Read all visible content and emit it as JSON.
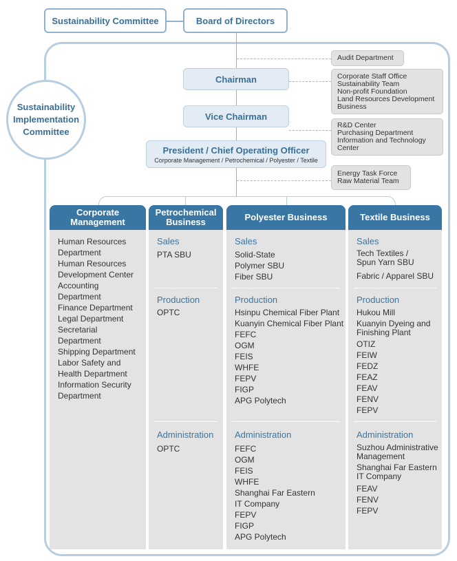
{
  "top": {
    "sustainability_committee": "Sustainability Committee",
    "board": "Board of Directors"
  },
  "implementation_committee": [
    "Sustainability",
    "Implementation",
    "Committee"
  ],
  "exec": {
    "chairman": "Chairman",
    "vice_chairman": "Vice Chairman",
    "president": "President / Chief Operating Officer",
    "president_sub": "Corporate Management / Petrochemical / Polyester / Textile"
  },
  "side_groups": {
    "audit": [
      "Audit Department"
    ],
    "chairman_units": [
      "Corporate Staff Office",
      "Sustainability Team",
      "Non-profit Foundation",
      "Land Resources Development",
      "Business"
    ],
    "vice_units": [
      "R&D Center",
      "Purchasing Department",
      "Information and Technology",
      "Center"
    ],
    "president_units": [
      "Energy Task Force",
      "Raw Material Team"
    ]
  },
  "columns": {
    "corporate": {
      "title": [
        "Corporate",
        "Management"
      ],
      "items": [
        "Human Resources",
        "Department",
        "Human Resources",
        "Development Center",
        "Accounting",
        "Department",
        "Finance Department",
        "Legal Department",
        "Secretarial",
        "Department",
        "Shipping Department",
        "Labor Safety and",
        "Health Department",
        "Information Security",
        "Department"
      ]
    },
    "petrochemical": {
      "title": [
        "Petrochemical",
        "Business"
      ],
      "sales_title": "Sales",
      "sales": [
        "PTA SBU"
      ],
      "production_title": "Production",
      "production": [
        "OPTC"
      ],
      "admin_title": "Administration",
      "admin": [
        "OPTC"
      ]
    },
    "polyester": {
      "title": [
        "Polyester Business"
      ],
      "sales_title": "Sales",
      "sales": [
        "Solid-State",
        "Polymer SBU",
        "Fiber SBU"
      ],
      "production_title": "Production",
      "production": [
        "Hsinpu Chemical Fiber Plant",
        "Kuanyin Chemical Fiber Plant",
        "FEFC",
        "OGM",
        "FEIS",
        "WHFE",
        "FEPV",
        "FIGP",
        "APG Polytech"
      ],
      "admin_title": "Administration",
      "admin": [
        "FEFC",
        "OGM",
        "FEIS",
        "WHFE",
        "Shanghai Far Eastern",
        "IT Company",
        "FEPV",
        "FIGP",
        "APG Polytech"
      ]
    },
    "textile": {
      "title": [
        "Textile Business"
      ],
      "sales_title": "Sales",
      "sales_a": [
        "Tech Textiles /",
        "Spun Yarn SBU"
      ],
      "sales_b": [
        "Fabric / Apparel SBU"
      ],
      "production_title": "Production",
      "production_a": [
        "Hukou Mill"
      ],
      "production_b": [
        "Kuanyin Dyeing and",
        "Finishing Plant"
      ],
      "production_c": [
        "OTIZ",
        "FEIW",
        "FEDZ",
        "FEAZ",
        "FEAV",
        "FENV",
        "FEPV"
      ],
      "admin_title": "Administration",
      "admin_a": [
        "Suzhou Administrative",
        "Management"
      ],
      "admin_b": [
        "Shanghai Far Eastern",
        "IT Company"
      ],
      "admin_c": [
        "FEAV",
        "FENV",
        "FEPV"
      ]
    }
  },
  "colors": {
    "header_blue": "#3a76a4",
    "frame_blue": "#b7cde0",
    "exec_fill": "#e3ecf4",
    "column_gray": "#e3e3e3",
    "side_gray": "#e2e2e2"
  }
}
